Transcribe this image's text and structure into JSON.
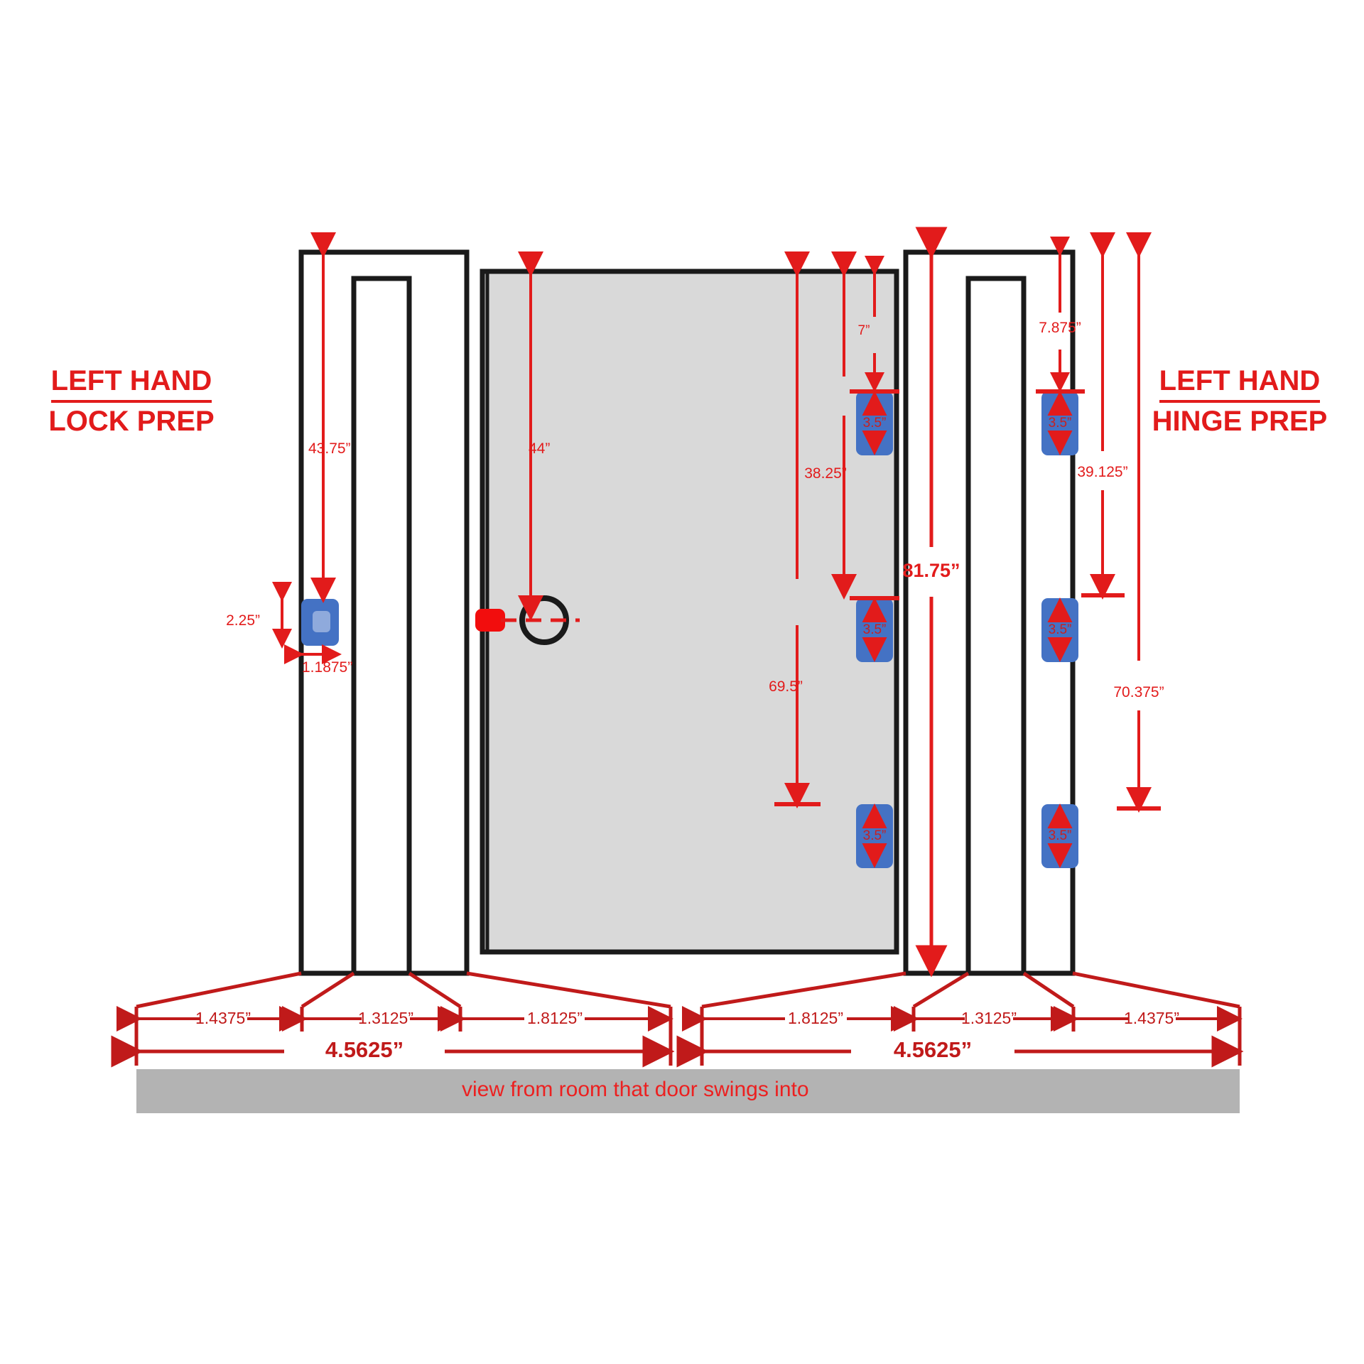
{
  "diagram": {
    "title_left": {
      "line1": "LEFT HAND",
      "line2": "LOCK PREP"
    },
    "title_right": {
      "line1": "LEFT HAND",
      "line2": "HINGE PREP"
    },
    "caption": "view from room that door swings into"
  },
  "lock_jamb": {
    "top_to_strike": "43.75”",
    "strike_height": "2.25”",
    "strike_width": "1.1875”"
  },
  "door": {
    "handle_height": "44”",
    "top_to_hinge1": "7”",
    "top_to_hinge2": "38.25”",
    "hinge2_to_hinge3": "69.5”",
    "hinge_height": "3.5”",
    "hinges": [
      "3.5”",
      "3.5”",
      "3.5”"
    ]
  },
  "hinge_jamb": {
    "top_to_hinge1": "7.875”",
    "top_to_hinge2": "39.125”",
    "top_to_hinge3": "70.375”",
    "jamb_height": "81.75”",
    "hinge_height": "3.5”",
    "hinges": [
      "3.5”",
      "3.5”",
      "3.5”"
    ]
  },
  "width_dims_left": {
    "segments": [
      "1.4375”",
      "1.3125”",
      "1.8125”"
    ],
    "total": "4.5625”"
  },
  "width_dims_right": {
    "segments": [
      "1.8125”",
      "1.3125”",
      "1.4375”"
    ],
    "total": "4.5625”"
  },
  "colors": {
    "dimension_red": "#e21b1b",
    "hardware_blue": "#4472c4",
    "door_fill": "#d9d9d9",
    "outline_black": "#1a1a1a",
    "caption_bar": "#b3b3b3"
  }
}
